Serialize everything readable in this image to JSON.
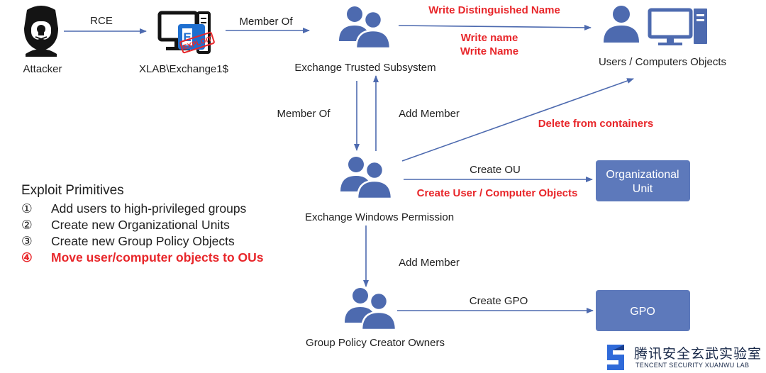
{
  "nodes": {
    "attacker": "Attacker",
    "exchange_server": "XLAB\\Exchange1$",
    "exchange_trusted": "Exchange Trusted Subsystem",
    "users_computers": "Users / Computers Objects",
    "exchange_windows": "Exchange Windows Permission",
    "org_unit_line1": "Organizational",
    "org_unit_line2": "Unit",
    "gpo": "GPO",
    "gpco": "Group Policy Creator Owners"
  },
  "edges": {
    "rce": "RCE",
    "member_of_1": "Member Of",
    "write_dn": "Write Distinguished Name",
    "write_name_1": "Write name",
    "write_name_2": "Write Name",
    "member_of_2": "Member Of",
    "add_member_1": "Add Member",
    "delete_from": "Delete from containers",
    "create_ou": "Create OU",
    "create_objects": "Create User / Computer Objects",
    "add_member_2": "Add Member",
    "create_gpo": "Create GPO"
  },
  "stamp": "EXPLOIT",
  "primitives": {
    "title": "Exploit Primitives",
    "items": [
      {
        "num": "①",
        "text": "Add users to high-privileged groups",
        "highlight": false
      },
      {
        "num": "②",
        "text": "Create new Organizational Units",
        "highlight": false
      },
      {
        "num": "③",
        "text": "Create new Group Policy Objects",
        "highlight": false
      },
      {
        "num": "④",
        "text": "Move user/computer objects to OUs",
        "highlight": true
      }
    ]
  },
  "logo": {
    "cn": "腾讯安全玄武实验室",
    "en": "TENCENT SECURITY XUANWU LAB"
  },
  "colors": {
    "accent_blue": "#4d6aaf",
    "box_blue": "#5d79bb",
    "highlight_red": "#e8262a"
  }
}
